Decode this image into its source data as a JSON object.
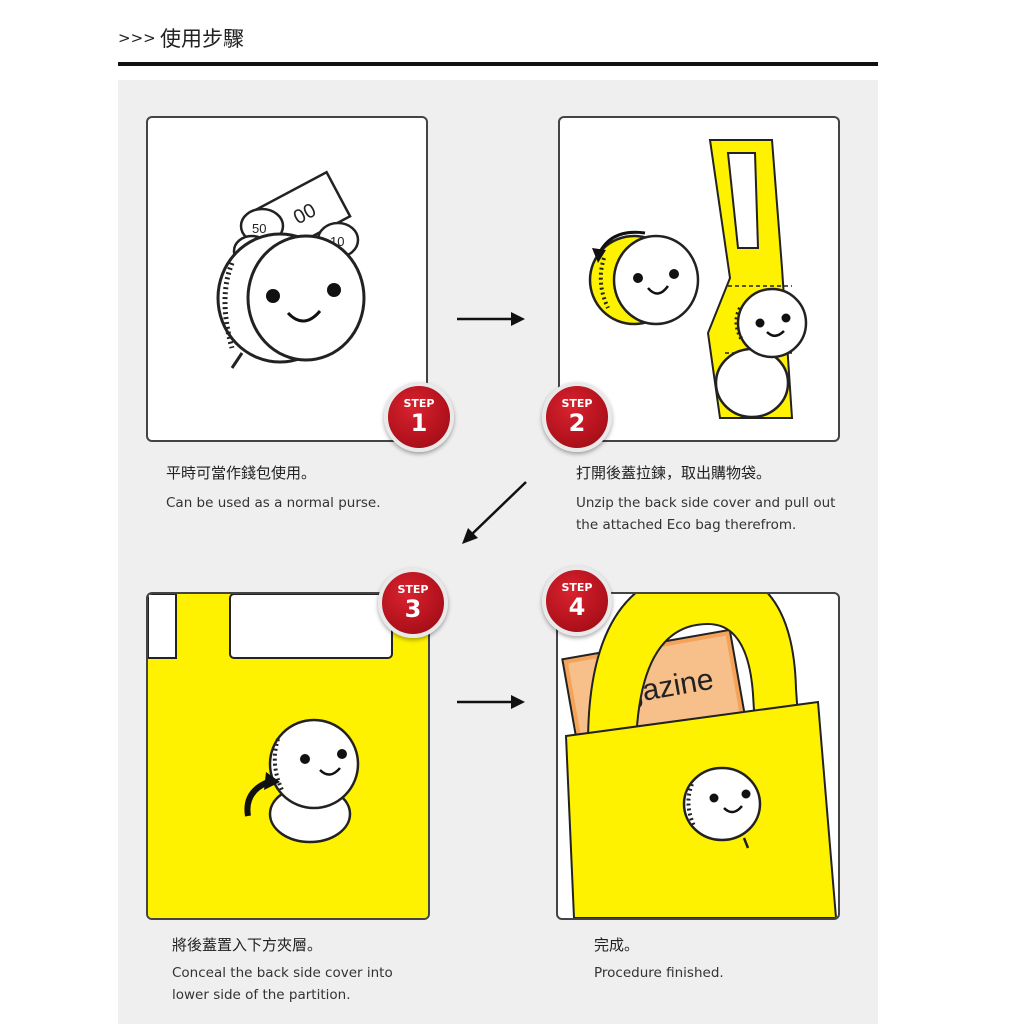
{
  "header": {
    "chevrons": ">>>",
    "title": "使用步驟"
  },
  "step_word": "STEP",
  "steps": [
    {
      "number": "1",
      "zh": "平時可當作錢包使用。",
      "en": "Can be used as a normal purse."
    },
    {
      "number": "2",
      "zh": "打開後蓋拉鍊，取出購物袋。",
      "en": "Unzip the back side cover and pull out the attached Eco bag therefrom."
    },
    {
      "number": "3",
      "zh": "將後蓋置入下方夾層。",
      "en": "Conceal the back side cover into lower side of the partition."
    },
    {
      "number": "4",
      "zh": "完成。",
      "en": "Procedure finished."
    }
  ],
  "illustration": {
    "magazine_text": "agazine",
    "coin_50": "50",
    "coin_10": "10",
    "note_00": "00"
  },
  "colors": {
    "bag_yellow": "#fff200",
    "badge_red": "#c0141f",
    "outline": "#222222"
  }
}
